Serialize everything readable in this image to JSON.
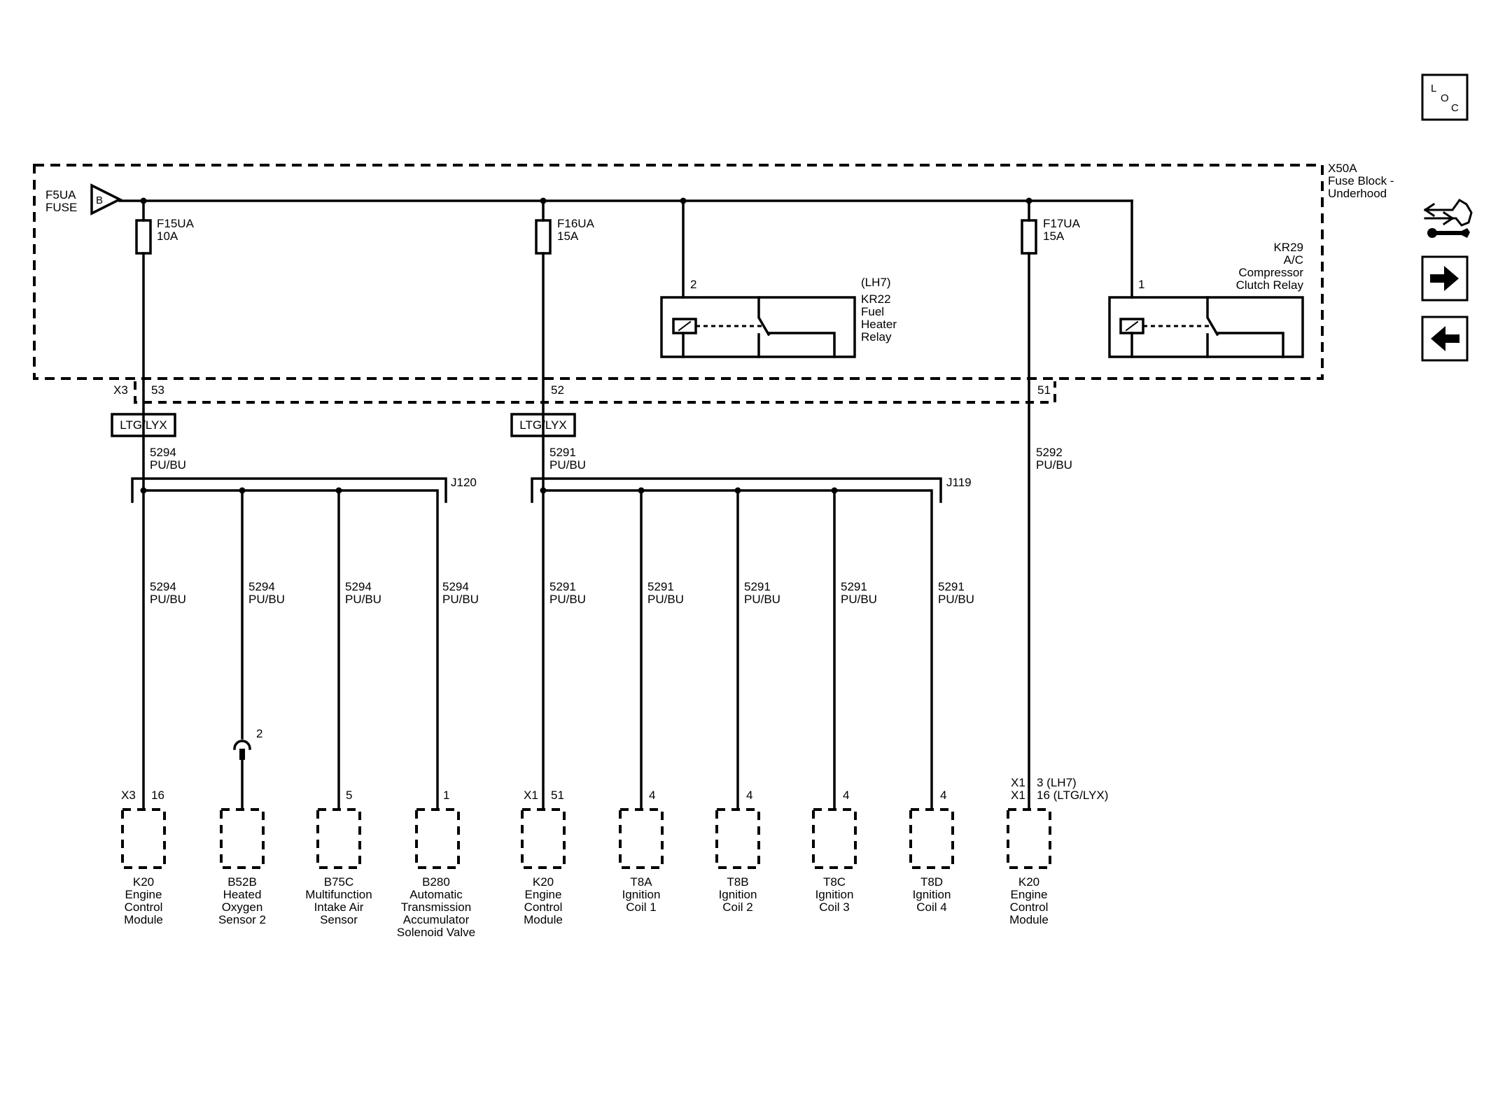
{
  "fuse_block": {
    "id": "X50A",
    "name_l1": "Fuse Block -",
    "name_l2": "Underhood"
  },
  "source": {
    "name_l1": "F5UA",
    "name_l2": "FUSE",
    "pin": "B"
  },
  "fuses": [
    {
      "name": "F15UA",
      "rating": "10A"
    },
    {
      "name": "F16UA",
      "rating": "15A"
    },
    {
      "name": "F17UA",
      "rating": "15A"
    }
  ],
  "relay_kr22": {
    "option": "(LH7)",
    "pin": "2",
    "l1": "KR22",
    "l2": "Fuel",
    "l3": "Heater",
    "l4": "Relay"
  },
  "relay_kr29": {
    "pin": "1",
    "l1": "KR29",
    "l2": "A/C",
    "l3": "Compressor",
    "l4": "Clutch Relay"
  },
  "connector_x3": {
    "name": "X3",
    "pins": [
      "53",
      "52",
      "51"
    ]
  },
  "options": {
    "ltg": "LTG/LYX"
  },
  "upper_wires": [
    {
      "circuit": "5294",
      "color": "PU/BU"
    },
    {
      "circuit": "5291",
      "color": "PU/BU"
    },
    {
      "circuit": "5292",
      "color": "PU/BU"
    }
  ],
  "splices": {
    "j120": "J120",
    "j119": "J119"
  },
  "branch_wires": [
    {
      "circuit": "5294",
      "color": "PU/BU"
    },
    {
      "circuit": "5294",
      "color": "PU/BU"
    },
    {
      "circuit": "5294",
      "color": "PU/BU"
    },
    {
      "circuit": "5294",
      "color": "PU/BU"
    },
    {
      "circuit": "5291",
      "color": "PU/BU"
    },
    {
      "circuit": "5291",
      "color": "PU/BU"
    },
    {
      "circuit": "5291",
      "color": "PU/BU"
    },
    {
      "circuit": "5291",
      "color": "PU/BU"
    },
    {
      "circuit": "5291",
      "color": "PU/BU"
    }
  ],
  "inline_pin": "2",
  "components": [
    {
      "conn": "X3",
      "pin": "16",
      "lines": [
        "K20",
        "Engine",
        "Control",
        "Module"
      ]
    },
    {
      "conn": "",
      "pin": "",
      "lines": [
        "B52B",
        "Heated",
        "Oxygen",
        "Sensor 2"
      ]
    },
    {
      "conn": "",
      "pin": "5",
      "lines": [
        "B75C",
        "Multifunction",
        "Intake Air",
        "Sensor"
      ]
    },
    {
      "conn": "",
      "pin": "1",
      "lines": [
        "B280",
        "Automatic",
        "Transmission",
        "Accumulator",
        "Solenoid Valve"
      ]
    },
    {
      "conn": "X1",
      "pin": "51",
      "lines": [
        "K20",
        "Engine",
        "Control",
        "Module"
      ]
    },
    {
      "conn": "",
      "pin": "4",
      "lines": [
        "T8A",
        "Ignition",
        "Coil 1"
      ]
    },
    {
      "conn": "",
      "pin": "4",
      "lines": [
        "T8B",
        "Ignition",
        "Coil 2"
      ]
    },
    {
      "conn": "",
      "pin": "4",
      "lines": [
        "T8C",
        "Ignition",
        "Coil 3"
      ]
    },
    {
      "conn": "",
      "pin": "4",
      "lines": [
        "T8D",
        "Ignition",
        "Coil 4"
      ]
    },
    {
      "conn": "X1",
      "pin": "3 (LH7)",
      "conn2": "X1",
      "pin2": "16 (LTG/LYX)",
      "lines": [
        "K20",
        "Engine",
        "Control",
        "Module"
      ]
    }
  ],
  "nav": {
    "loc_l": "L",
    "loc_o": "O",
    "loc_c": "C"
  },
  "icons": [
    "loc-icon",
    "harness-wrench-icon",
    "arrow-right-icon",
    "arrow-left-icon"
  ]
}
